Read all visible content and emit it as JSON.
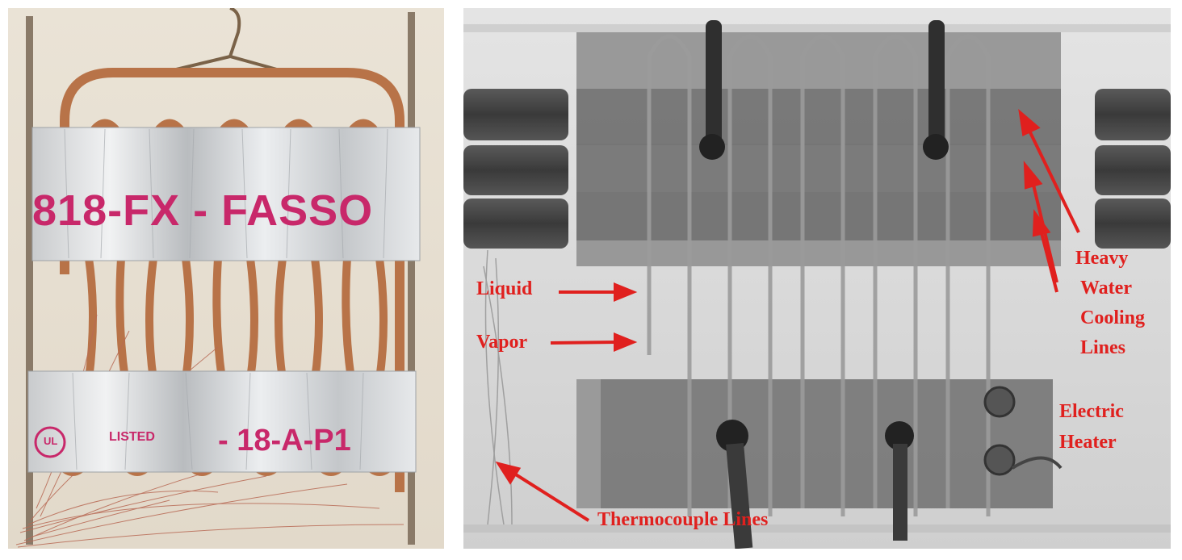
{
  "photo_panel": {
    "stamp_texts": [
      "818-FX - FASSO",
      "LISTED",
      "- 18-A-P1",
      "UL"
    ]
  },
  "xray_panel": {
    "labels": {
      "liquid": "Liquid",
      "vapor": "Vapor",
      "cooling_lines": [
        "Heavy",
        "Water",
        "Cooling",
        "Lines"
      ],
      "heater": [
        "Electric",
        "Heater"
      ],
      "thermocouple": "Thermocouple Lines"
    }
  },
  "colors": {
    "label": "#e0201e",
    "copper": "#b87348",
    "foil": "#d6d8da",
    "stamp": "#c8286a"
  }
}
